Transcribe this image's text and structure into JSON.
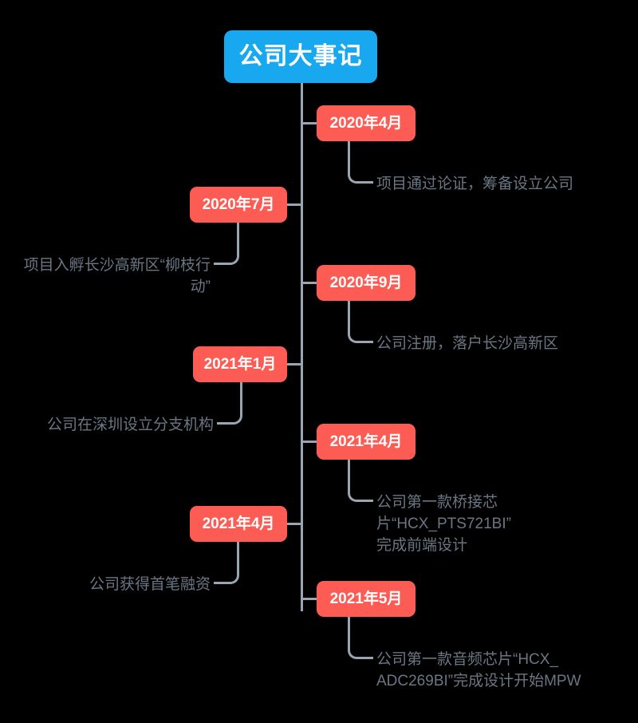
{
  "diagram": {
    "type": "timeline-mindmap",
    "title": "公司大事记",
    "accent_color_root": "#18a8f0",
    "accent_color_node": "#fc5c54",
    "line_color": "#9aa5b1",
    "text_color": "#6b7684",
    "background_color": "#000000"
  },
  "events": [
    {
      "side": "right",
      "date": "2020年4月",
      "description": "项目通过论证，筹备设立公司"
    },
    {
      "side": "left",
      "date": "2020年7月",
      "description": "项目入孵长沙高新区“柳枝行动”"
    },
    {
      "side": "right",
      "date": "2020年9月",
      "description": "公司注册，落户长沙高新区"
    },
    {
      "side": "left",
      "date": "2021年1月",
      "description": "公司在深圳设立分支机构"
    },
    {
      "side": "right",
      "date": "2021年4月",
      "description": "公司第一款桥接芯片“HCX_PTS721BI”\n完成前端设计"
    },
    {
      "side": "left",
      "date": "2021年4月",
      "description": "公司获得首笔融资"
    },
    {
      "side": "right",
      "date": "2021年5月",
      "description": "公司第一款音频芯片“HCX_\nADC269BI”完成设计开始MPW"
    }
  ]
}
